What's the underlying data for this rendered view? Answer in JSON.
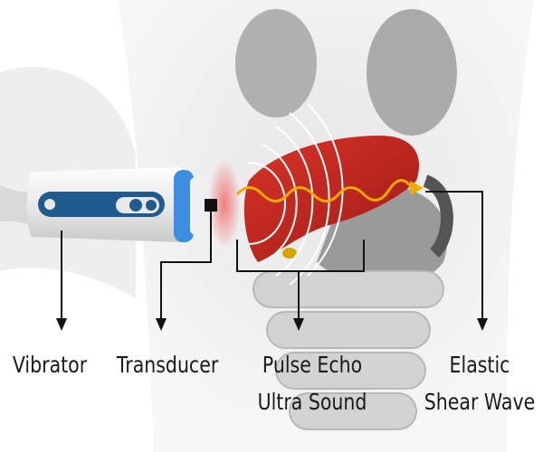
{
  "labels": {
    "vibrator": "Vibrator",
    "transducer": "Transducer",
    "pulse_echo_line1": "Pulse Echo",
    "pulse_echo_line2": "Ultra Sound",
    "elastic_line1": "Elastic",
    "elastic_line2": "Shear Wave"
  },
  "colors": {
    "liver": "#c8231b",
    "shear_wave": "#f2a900",
    "probe_blue": "#1f5b8f",
    "probe_ring": "#3d8de0"
  }
}
